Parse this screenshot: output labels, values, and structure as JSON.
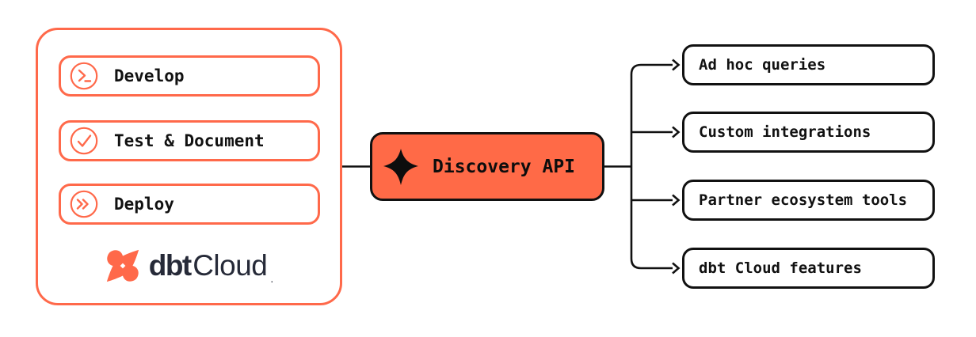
{
  "diagram": {
    "dbt_cloud_panel": {
      "items": [
        {
          "label": "Develop",
          "icon": "terminal-prompt-icon"
        },
        {
          "label": "Test & Document",
          "icon": "check-circle-icon"
        },
        {
          "label": "Deploy",
          "icon": "deploy-chevrons-icon"
        }
      ],
      "logo": {
        "bold": "dbt",
        "regular": "Cloud",
        "trademark": "."
      }
    },
    "hub": {
      "label": "Discovery API",
      "icon": "sparkle-icon"
    },
    "outputs": [
      {
        "label": "Ad hoc queries"
      },
      {
        "label": "Custom integrations"
      },
      {
        "label": "Partner ecosystem tools"
      },
      {
        "label": "dbt Cloud features"
      }
    ],
    "colors": {
      "accent_orange": "#FF694A",
      "hub_fill": "#FF6A47",
      "connector_black": "#111111",
      "logo_navy": "#262A38",
      "background": "#FFFFFF"
    }
  }
}
